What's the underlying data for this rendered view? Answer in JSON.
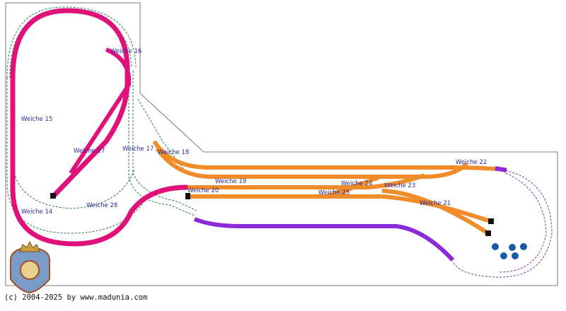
{
  "colors": {
    "pink": "#e0127a",
    "orange": "#f08c2a",
    "purple": "#8a2ad8",
    "outline": "#333333",
    "dashed_green": "#2f7a4a",
    "dashed_purple": "#7a3a9a",
    "label": "#2a2aa0",
    "flower": "#1a5aa8"
  },
  "labels": {
    "w15": "Weiche 15",
    "w14": "Weiche 14",
    "w16": "Weiche 16",
    "w17": "Weiche 17",
    "w18": "Weiche 18",
    "w19": "Weiche 19",
    "w20": "Weiche 20",
    "w21": "Weiche 21",
    "w22": "Weiche 22",
    "w23": "Weiche 23",
    "w24": "Weiche 24",
    "w25": "Weiche 25",
    "w27": "Weiche 27",
    "w28": "Weiche 28"
  },
  "copyright": "(c) 2004-2025 by www.madunia.com",
  "icons": [
    "crest-logo-icon",
    "tree-icon",
    "buffer-stop-icon"
  ]
}
